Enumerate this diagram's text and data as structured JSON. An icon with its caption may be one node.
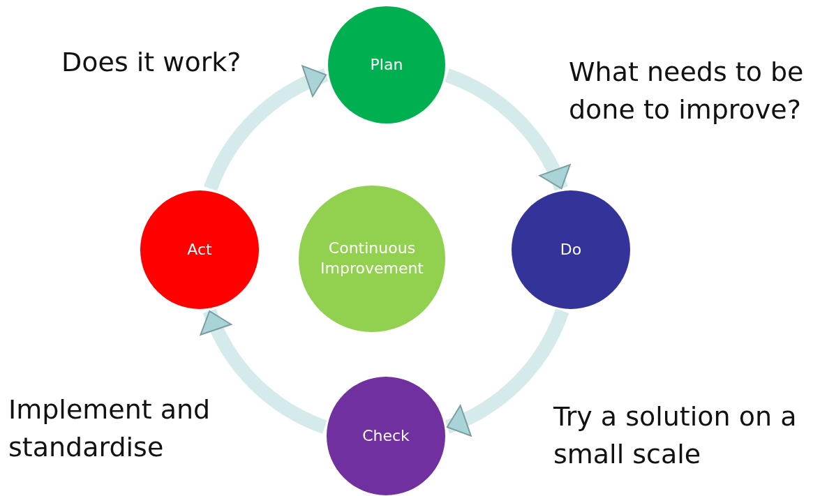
{
  "diagram": {
    "nodes": [
      {
        "text": [
          "Plan"
        ]
      },
      {
        "text": [
          "Do"
        ]
      },
      {
        "text": [
          "Check"
        ]
      },
      {
        "text": [
          "Act"
        ]
      },
      {
        "text": [
          "Continuous Improvement"
        ]
      }
    ],
    "edges": [
      {
        "from": 0,
        "to": 1,
        "arrow": "to"
      },
      {
        "from": 1,
        "to": 2,
        "arrow": "to"
      },
      {
        "from": 2,
        "to": 3,
        "arrow": "to"
      },
      {
        "from": 3,
        "to": 0,
        "arrow": "to"
      }
    ],
    "labels": [
      "Does it work?",
      "What needs to be done to improve?",
      "Try a solution on a small scale",
      "Implement and standardise"
    ]
  }
}
